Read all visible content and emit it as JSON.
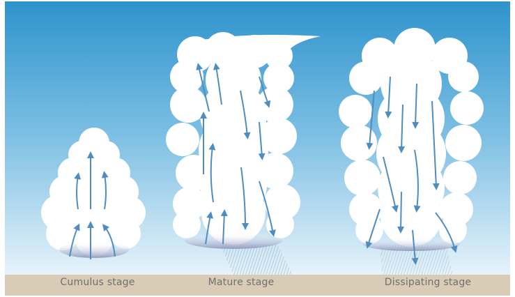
{
  "stages": [
    {
      "id": "cumulus",
      "label": "Cumulus stage"
    },
    {
      "id": "mature",
      "label": "Mature stage"
    },
    {
      "id": "dissipating",
      "label": "Dissipating stage"
    }
  ],
  "colors": {
    "sky_top": "#2e93cc",
    "sky_mid": "#7fc0e4",
    "sky_bottom": "#e6f3fa",
    "ground": "#d9ccb6",
    "cloud": "#ffffff",
    "cloud_shadow": "#8c93b8",
    "arrow": "#4f8cbf",
    "rain": "#7a9fc0",
    "label_text": "#6f6f6f"
  },
  "arrow_semantics": {
    "cumulus": "updrafts",
    "mature": "updrafts and downdrafts",
    "dissipating": "downdrafts"
  }
}
